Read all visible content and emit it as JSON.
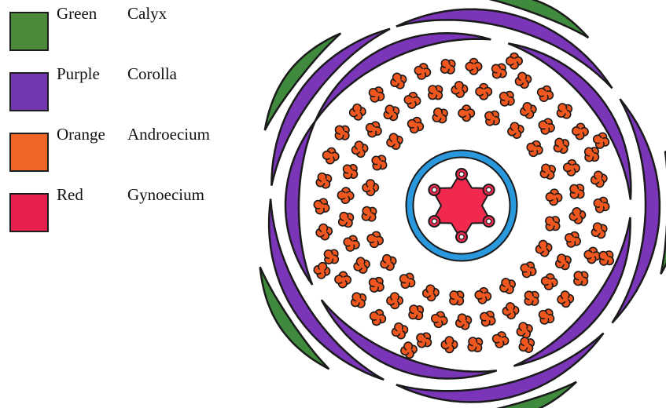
{
  "legend": {
    "items": [
      {
        "color_name": "Green",
        "part": "Calyx",
        "color": "#4b8a3a"
      },
      {
        "color_name": "Purple",
        "part": "Corolla",
        "color": "#7338b0"
      },
      {
        "color_name": "Orange",
        "part": "Androecium",
        "color": "#ee6524"
      },
      {
        "color_name": "Red",
        "part": "Gynoecium",
        "color": "#e6204e"
      }
    ]
  },
  "diagram": {
    "calyx": {
      "color": "#3f8a3d",
      "sepal_count": 5
    },
    "corolla": {
      "color": "#7a35b8",
      "petal_count": 5,
      "whorls": 2
    },
    "androecium": {
      "color": "#f0571f",
      "stamen_count": 92
    },
    "gynoecium": {
      "color": "#f1294f",
      "ring_color": "#2a98dd",
      "locule_count": 6
    }
  }
}
